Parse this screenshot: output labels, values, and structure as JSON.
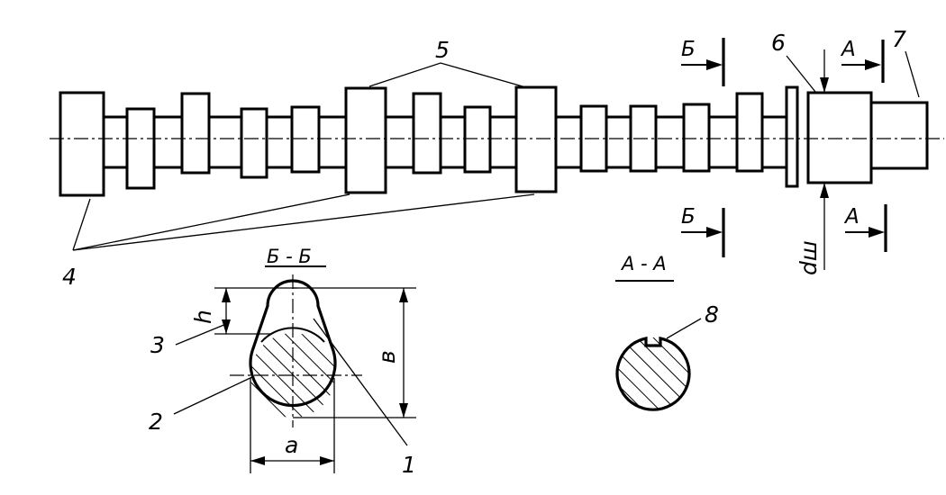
{
  "labels": {
    "n1": "1",
    "n2": "2",
    "n3": "3",
    "n4": "4",
    "n5": "5",
    "n6": "6",
    "n7": "7",
    "n8": "8"
  },
  "sections": {
    "bb_title": "Б - Б",
    "aa_title": "А - А",
    "b_mark": "Б",
    "a_mark": "А"
  },
  "dimensions": {
    "h": "h",
    "a": "a",
    "b": "в",
    "d": "dш"
  }
}
